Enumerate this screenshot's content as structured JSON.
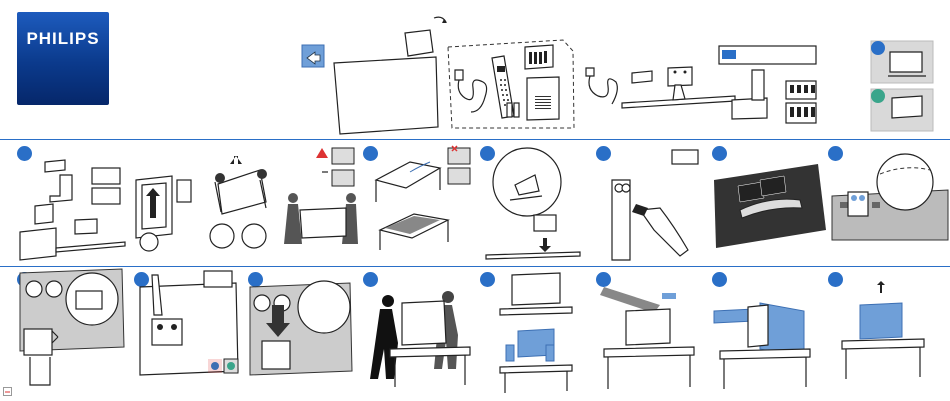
{
  "brand": {
    "logo_text": "PHILIPS",
    "brand_color": "#0b3a8c",
    "accent_color": "#2a6fc7"
  },
  "icons": {
    "hand_arrow": "hand-arrow-icon",
    "warning": "warning-icon",
    "no_symbol": "x-mark-icon",
    "ok_symbol": "check-mark-icon",
    "footer": "document-icon"
  },
  "kit": {
    "label_sticker_text": ""
  },
  "steps": [
    {
      "id": "step-1-unpack"
    },
    {
      "id": "step-2-lift-out"
    },
    {
      "id": "step-3-carry"
    },
    {
      "id": "step-4-lay-down"
    },
    {
      "id": "step-5-stand-base"
    },
    {
      "id": "step-6-screw-base"
    },
    {
      "id": "step-7-back-cover"
    },
    {
      "id": "step-8-align-neck"
    },
    {
      "id": "step-9-position-bracket"
    },
    {
      "id": "step-10-screw-bracket"
    },
    {
      "id": "step-11-push-in"
    },
    {
      "id": "step-12-lift-upright"
    },
    {
      "id": "step-13-remove-foam"
    },
    {
      "id": "step-14-peel-film"
    },
    {
      "id": "step-15-remove-protection"
    },
    {
      "id": "step-16-done"
    }
  ]
}
